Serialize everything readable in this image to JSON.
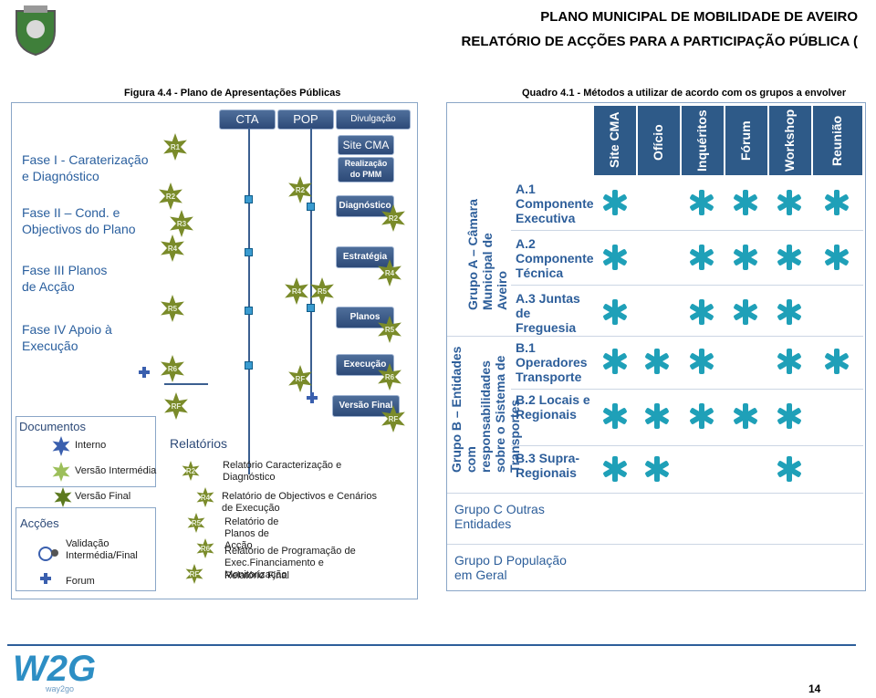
{
  "header": {
    "title": "PLANO MUNICIPAL DE MOBILIDADE DE AVEIRO",
    "subtitle": "RELATÓRIO DE ACÇÕES PARA A PARTICIPAÇÃO PÚBLICA ("
  },
  "figure_caption": "Figura 4.4 - Plano de Apresentações Públicas",
  "table_caption": "Quadro 4.1 - Métodos a utilizar de acordo com os grupos a envolver",
  "phases": [
    "Fase I  - Caraterização e Diagnóstico",
    "Fase II – Cond. e Objectivos do Plano",
    "Fase III Planos de Acção",
    "Fase IV Apoio à Execução"
  ],
  "columns": {
    "cta": "CTA",
    "pop": "POP",
    "divulgacao": "Divulgação"
  },
  "left_stars": [
    "R1",
    "R2",
    "R3",
    "R4",
    "R5",
    "R6",
    "RF"
  ],
  "pop_stars": [
    "R2",
    "R4",
    "R5",
    "RF"
  ],
  "right_stars": [
    "R2",
    "R4",
    "R5",
    "R6",
    "RF"
  ],
  "nodes": {
    "site": "Site CMA",
    "realizacao": "Realização do PMM",
    "diagnostico": "Diagnóstico",
    "estrategia": "Estratégia",
    "planos": "Planos",
    "execucao": "Execução",
    "versao_final": "Versão Final"
  },
  "legend": {
    "documentos": "Documentos",
    "interno": "Interno",
    "versao_intermedia": "Versão Intermédia",
    "versao_final": "Versão Final",
    "accoes": "Acções",
    "validacao": "Validação Intermédia/Final",
    "forum": "Forum",
    "relatorios": "Relatórios",
    "relatorio_items": [
      {
        "tag": "R2",
        "text": "Relatório Caracterização e Diagnóstico"
      },
      {
        "tag": "R4",
        "text": "Relatório de Objectivos e Cenários de Execução"
      },
      {
        "tag": "R5",
        "text": "Relatório de Planos de Acção"
      },
      {
        "tag": "R6",
        "text": "Relatório de  Programação de Exec.Financiamento e Monitorização"
      },
      {
        "tag": "RF",
        "text": "Relatório  Final"
      }
    ]
  },
  "table": {
    "columns": [
      "Site CMA",
      "Ofício",
      "Inquéritos",
      "Fórum",
      "Workshop",
      "Reunião"
    ],
    "groupA": "Grupo A – Câmara Municipal de Aveiro",
    "groupB": "Grupo B – Entidades com responsabilidades sobre o Sistema de Transportes",
    "rows": [
      {
        "label": "A.1 Componente Executiva",
        "marks": [
          1,
          0,
          1,
          1,
          1,
          1
        ]
      },
      {
        "label": "A.2 Componente Técnica",
        "marks": [
          1,
          0,
          1,
          1,
          1,
          1
        ]
      },
      {
        "label": "A.3 Juntas de Freguesia",
        "marks": [
          1,
          0,
          1,
          1,
          1,
          0
        ]
      },
      {
        "label": "B.1 Operadores Transporte",
        "marks": [
          1,
          1,
          1,
          0,
          1,
          1
        ]
      },
      {
        "label": "B.2 Locais e Regionais",
        "marks": [
          1,
          1,
          1,
          1,
          1,
          0
        ]
      },
      {
        "label": "B.3 Supra-Regionais",
        "marks": [
          1,
          1,
          0,
          0,
          1,
          0
        ]
      }
    ],
    "groupC": "Grupo C Outras Entidades",
    "groupD": "Grupo D População em Geral"
  },
  "footer": {
    "brand": "W2G",
    "tagline": "way2go",
    "page": "14"
  },
  "colors": {
    "accent": "#2d5e9a",
    "star": "#7a8b2a",
    "mark": "#1fa0b8"
  }
}
